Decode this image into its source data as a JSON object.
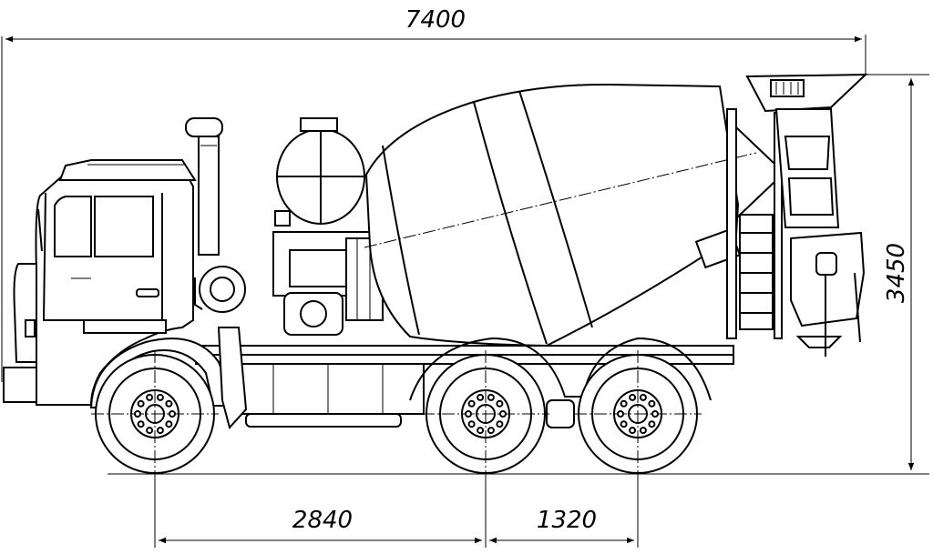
{
  "dimensions": {
    "overall_length": "7400",
    "overall_height": "3450",
    "wheelbase_front_to_middle": "2840",
    "wheelbase_middle_to_rear": "1320"
  },
  "colors": {
    "line": "#000000",
    "background": "#ffffff"
  }
}
